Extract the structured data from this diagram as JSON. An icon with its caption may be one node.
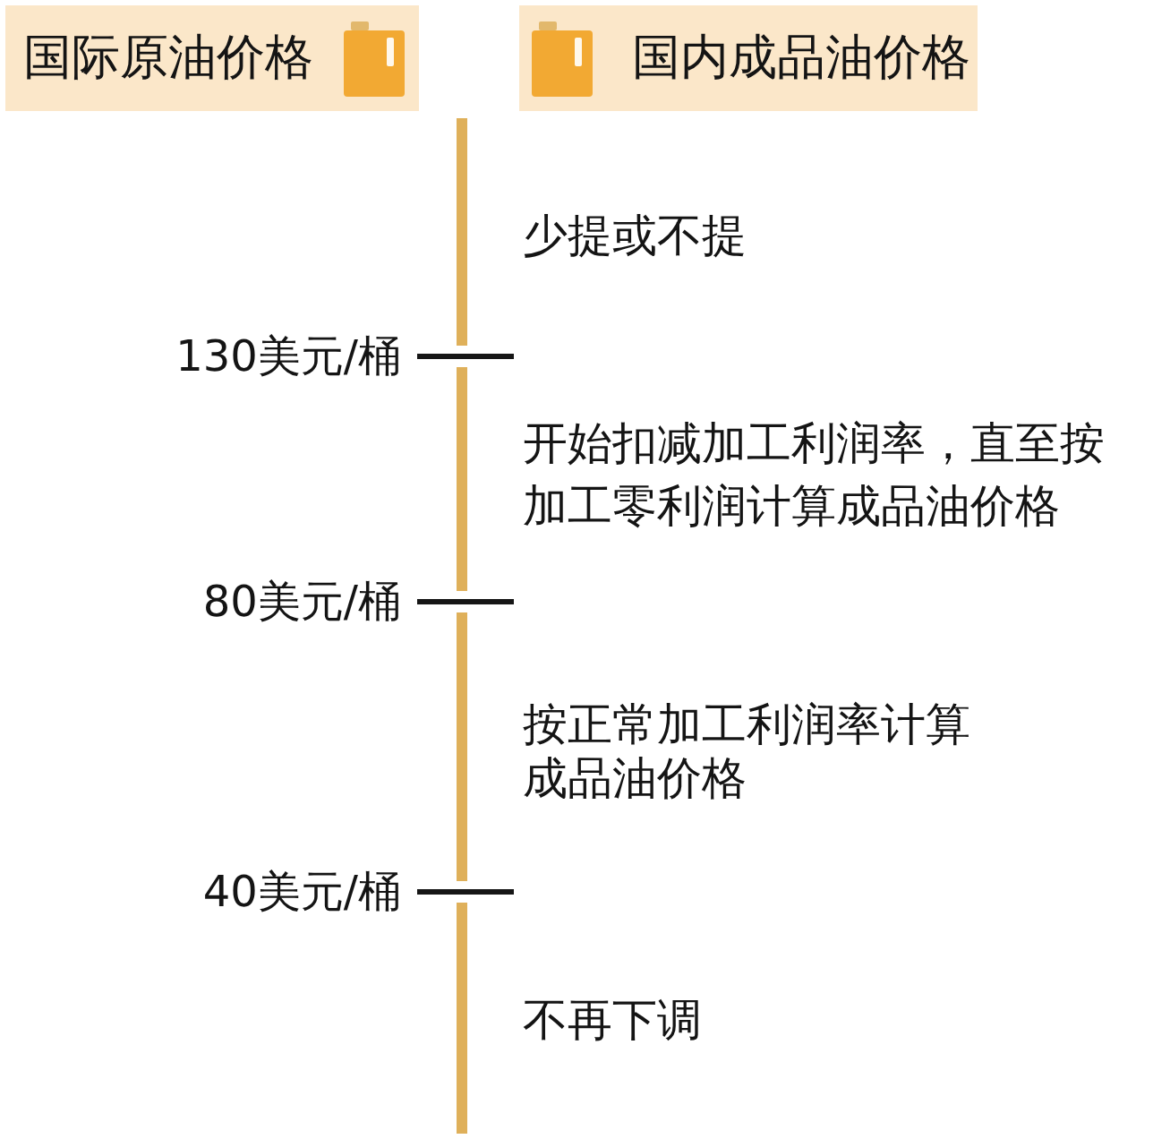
{
  "diagram": {
    "nodes": [
      {
        "text": [
          "国际原油价格"
        ]
      },
      {
        "text": [
          "国内成品油价格"
        ]
      }
    ],
    "labels": [
      "少提或不提",
      "130美元/桶",
      "开始扣减加工利润率，直至按加工零利润计算成品油价格",
      "80美元/桶",
      "按正常加工利润率计算成品油价格",
      "40美元/桶",
      "不再下调"
    ]
  }
}
